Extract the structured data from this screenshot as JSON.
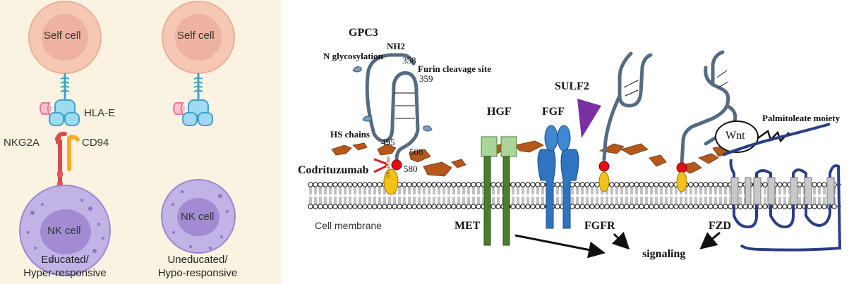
{
  "left_panel": {
    "background": "#fbf3e1",
    "educated": {
      "self_cell": "Self cell",
      "nk_cell": "NK cell",
      "hla_label": "HLA-E",
      "nkg2a_label": "NKG2A",
      "cd94_label": "CD94",
      "caption_line1": "Educated/",
      "caption_line2": "Hyper-responsive"
    },
    "uneducated": {
      "self_cell": "Self cell",
      "nk_cell": "NK cell",
      "caption_line1": "Uneducated/",
      "caption_line2": "Hypo-responsive"
    }
  },
  "right_panel": {
    "gpc3": "GPC3",
    "nh2": "NH2",
    "n_glyco": "N glycosylation",
    "furin": "Furin cleavage site",
    "hs_chains": "HS chains",
    "codrituzumab": "Codrituzumab",
    "cell_membrane": "Cell membrane",
    "gpi_anchor": "GPI anchor",
    "residues": [
      "358",
      "359",
      "495",
      "508",
      "580"
    ],
    "hgf": "HGF",
    "fgf": "FGF",
    "sulf2": "SULF2",
    "wnt": "Wnt",
    "palmitoleate": "Palmitoleate moiety",
    "met": "MET",
    "fgfr": "FGFR",
    "fzd": "FZD",
    "signaling": "signaling"
  },
  "colors": {
    "self_cell": "#f6c7b2",
    "self_nucleus": "#ebab99",
    "nk_cell": "#c2b3e6",
    "nk_nucleus": "#a28bd2",
    "receptor_blue": "#66c4e4",
    "nkg2a_red": "#d94c4c",
    "cd94_orange": "#f2ae2a",
    "gpc3_core": "#556b82",
    "hs_chain": "#b5581c",
    "met_green": "#4a7e2e",
    "hgf_green": "#a9d59a",
    "fgfr_blue": "#2f74c0",
    "sulf2_purple": "#7a2fa2",
    "fzd_grey": "#c8c8c8",
    "gpi_yellow": "#f2c21a",
    "anchor_red": "#e01010"
  }
}
